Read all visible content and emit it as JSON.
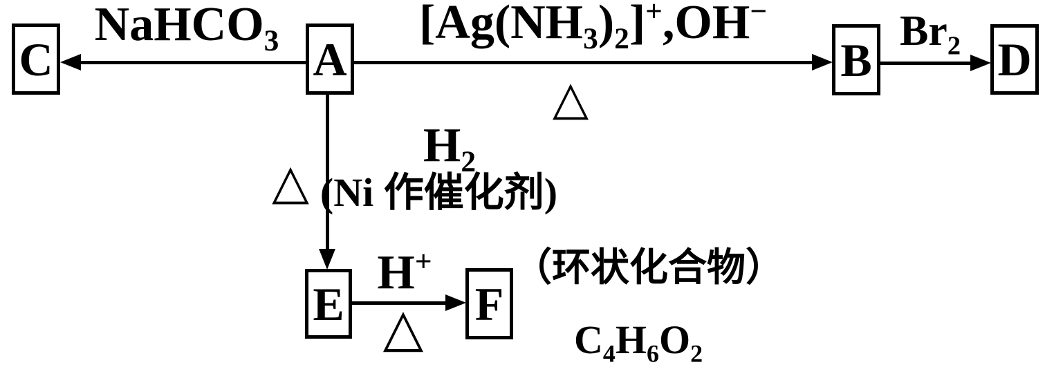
{
  "diagram": {
    "title": "organic-reaction-pathway",
    "colors": {
      "ink": "#000000",
      "background": "#ffffff"
    },
    "boxes": {
      "a": "A",
      "b": "B",
      "c": "C",
      "d": "D",
      "e": "E",
      "f": "F"
    },
    "labels": {
      "nahco3": {
        "main": "NaHCO",
        "sub": "3"
      },
      "silver_ammine": {
        "p1": "[Ag(NH",
        "s1": "3",
        "p2": ")",
        "s2": "2",
        "p3": "]",
        "sup1": "+",
        "p4": ",OH",
        "sup2": "−"
      },
      "delta": "△",
      "br2": {
        "main": "Br",
        "sub": "2"
      },
      "h2": {
        "main": "H",
        "sub": "2"
      },
      "ni_catalyst": "(Ni 作催化剂)",
      "h_plus": {
        "main": "H",
        "sup": "+"
      },
      "cyclic_note": "（环状化合物）",
      "formula": {
        "p1": "C",
        "s1": "4",
        "p2": "H",
        "s2": "6",
        "p3": "O",
        "s3": "2"
      }
    },
    "edges": [
      {
        "from": "A",
        "to": "C",
        "reagent_above": "NaHCO3"
      },
      {
        "from": "A",
        "to": "B",
        "reagent_above": "[Ag(NH3)2]+,OH-",
        "condition_below": "△"
      },
      {
        "from": "B",
        "to": "D",
        "reagent_above": "Br2"
      },
      {
        "from": "A",
        "to": "E",
        "condition_left": "△",
        "reagent_right": "H2 (Ni 作催化剂)"
      },
      {
        "from": "E",
        "to": "F",
        "reagent_above": "H+",
        "condition_below": "△"
      }
    ]
  }
}
